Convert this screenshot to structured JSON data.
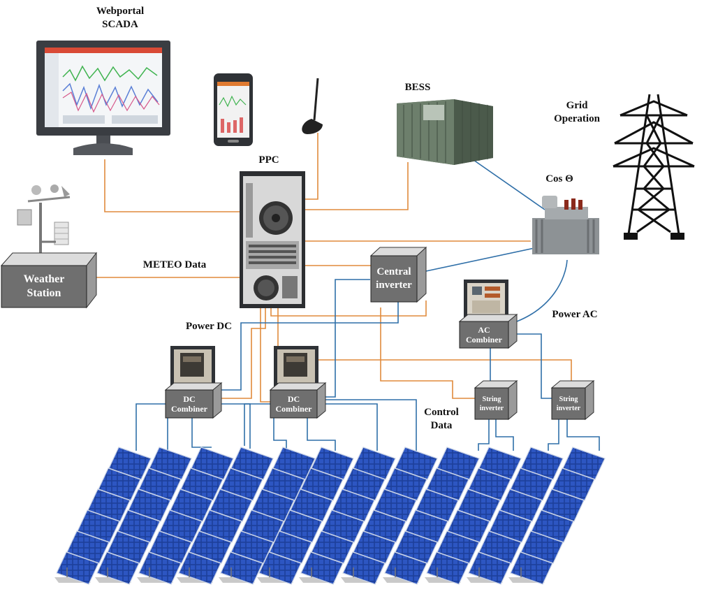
{
  "labels": {
    "webportal_line1": "Webportal",
    "webportal_line2": "SCADA",
    "bess": "BESS",
    "grid_line1": "Grid",
    "grid_line2": "Operation",
    "ppc": "PPC",
    "cos_theta": "Cos Θ",
    "meteo_data": "METEO Data",
    "power_dc": "Power DC",
    "power_ac": "Power AC",
    "control_line1": "Control",
    "control_line2": "Data"
  },
  "boxes": {
    "weather_line1": "Weather",
    "weather_line2": "Station",
    "central_line1": "Central",
    "central_line2": "inverter",
    "ac_combiner_line1": "AC",
    "ac_combiner_line2": "Combiner",
    "dc_combiner_line1": "DC",
    "dc_combiner_line2": "Combiner",
    "string_line1": "String",
    "string_line2": "inverter"
  },
  "colors": {
    "control_line": "#e08a3c",
    "power_line": "#2f6fa8",
    "box_fill": "#6f6f6f",
    "panel_blue": "#1d3f9a"
  }
}
